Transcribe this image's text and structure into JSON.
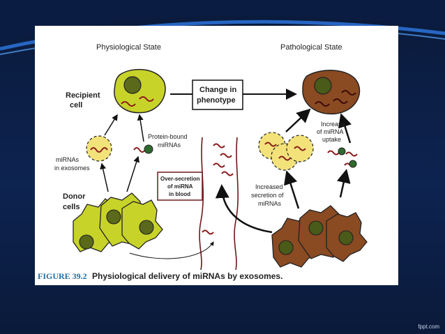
{
  "labels": {
    "physiological_state": "Physiological State",
    "pathological_state": "Pathological State",
    "recipient_cell_1": "Recipient",
    "recipient_cell_2": "cell",
    "change_1": "Change in",
    "change_2": "phenotype",
    "protein_bound_1": "Protein-bound",
    "protein_bound_2": "miRNAs",
    "mirnas_exosomes_1": "miRNAs",
    "mirnas_exosomes_2": "in exosomes",
    "donor_1": "Donor",
    "donor_2": "cells",
    "oversecretion_1": "Over-secretion",
    "oversecretion_2": "of miRNA",
    "oversecretion_3": "in blood",
    "increase_uptake_1": "Increase",
    "increase_uptake_2": "of miRNA",
    "increase_uptake_3": "uptake",
    "increased_secretion_1": "Increased",
    "increased_secretion_2": "secretion of",
    "increased_secretion_3": "miRNAs"
  },
  "caption": {
    "figure": "FIGURE 39.2",
    "text": "Physiological delivery of miRNAs by exosomes."
  },
  "footer": {
    "brand": "fppt.com"
  },
  "colors": {
    "healthy_cell": "#c8d32a",
    "diseased_cell": "#8a4a22",
    "nucleus_healthy": "#5a6a1a",
    "nucleus_diseased": "#4a5a18",
    "exosome": "#f3e27a",
    "mirna": "#8b1a1a"
  }
}
